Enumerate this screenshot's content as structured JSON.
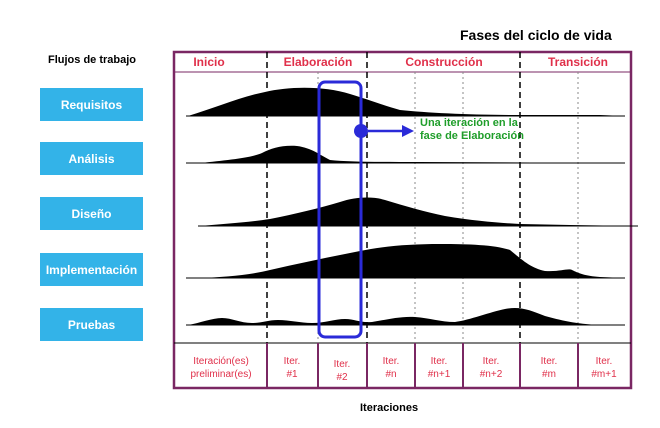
{
  "title": "Fases del ciclo de vida",
  "workflows_header": "Flujos de trabajo",
  "workflows": [
    "Requisitos",
    "Análisis",
    "Diseño",
    "Implementación",
    "Pruebas"
  ],
  "phases": [
    "Inicio",
    "Elaboración",
    "Construcción",
    "Transición"
  ],
  "iterations": [
    [
      "Iteración(es)",
      "preliminar(es)"
    ],
    [
      "Iter.",
      "#1"
    ],
    [
      "Iter.",
      "#2"
    ],
    [
      "Iter.",
      "#n"
    ],
    [
      "Iter.",
      "#n+1"
    ],
    [
      "Iter.",
      "#n+2"
    ],
    [
      "Iter.",
      "#m"
    ],
    [
      "Iter.",
      "#m+1"
    ]
  ],
  "annotation": [
    "Una iteración en la",
    "fase de Elaboración"
  ],
  "x_axis_label": "Iteraciones",
  "colors": {
    "frame": "#7a2763",
    "phase_text": "#e0304a",
    "iteration_text": "#e0304a",
    "highlight": "#2a2ad8",
    "annotation_text": "#1f9e2a",
    "workflow_box": "#33b3e8"
  }
}
